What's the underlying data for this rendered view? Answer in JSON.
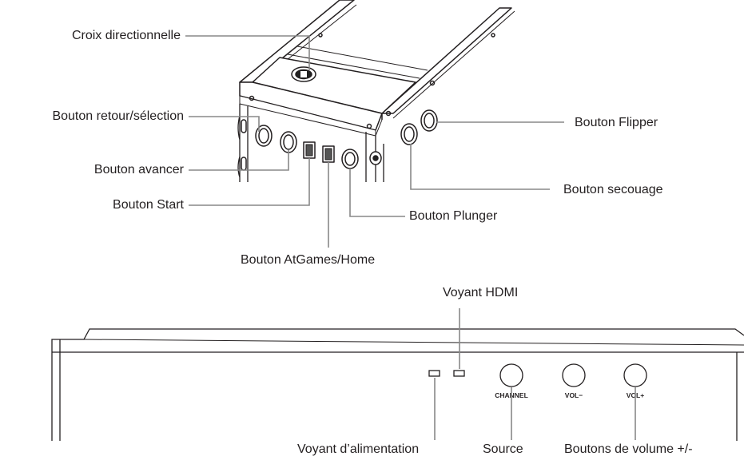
{
  "colors": {
    "line": "#231f20",
    "leader": "#888888",
    "background": "#ffffff"
  },
  "top_labels": {
    "dpad": "Croix directionnelle",
    "back_select": "Bouton retour/sélection",
    "advance": "Bouton avancer",
    "start": "Bouton Start",
    "atgames_home": "Bouton AtGames/Home",
    "plunger": "Bouton Plunger",
    "shake": "Bouton secouage",
    "flipper": "Bouton Flipper"
  },
  "bottom_labels": {
    "hdmi_led": "Voyant HDMI",
    "power_led": "Voyant d’alimentation",
    "source": "Source",
    "volume": "Boutons de volume +/-"
  },
  "panel_buttons": {
    "channel": "CHANNEL",
    "vol_minus": "VOL−",
    "vol_plus": "VOL+"
  }
}
